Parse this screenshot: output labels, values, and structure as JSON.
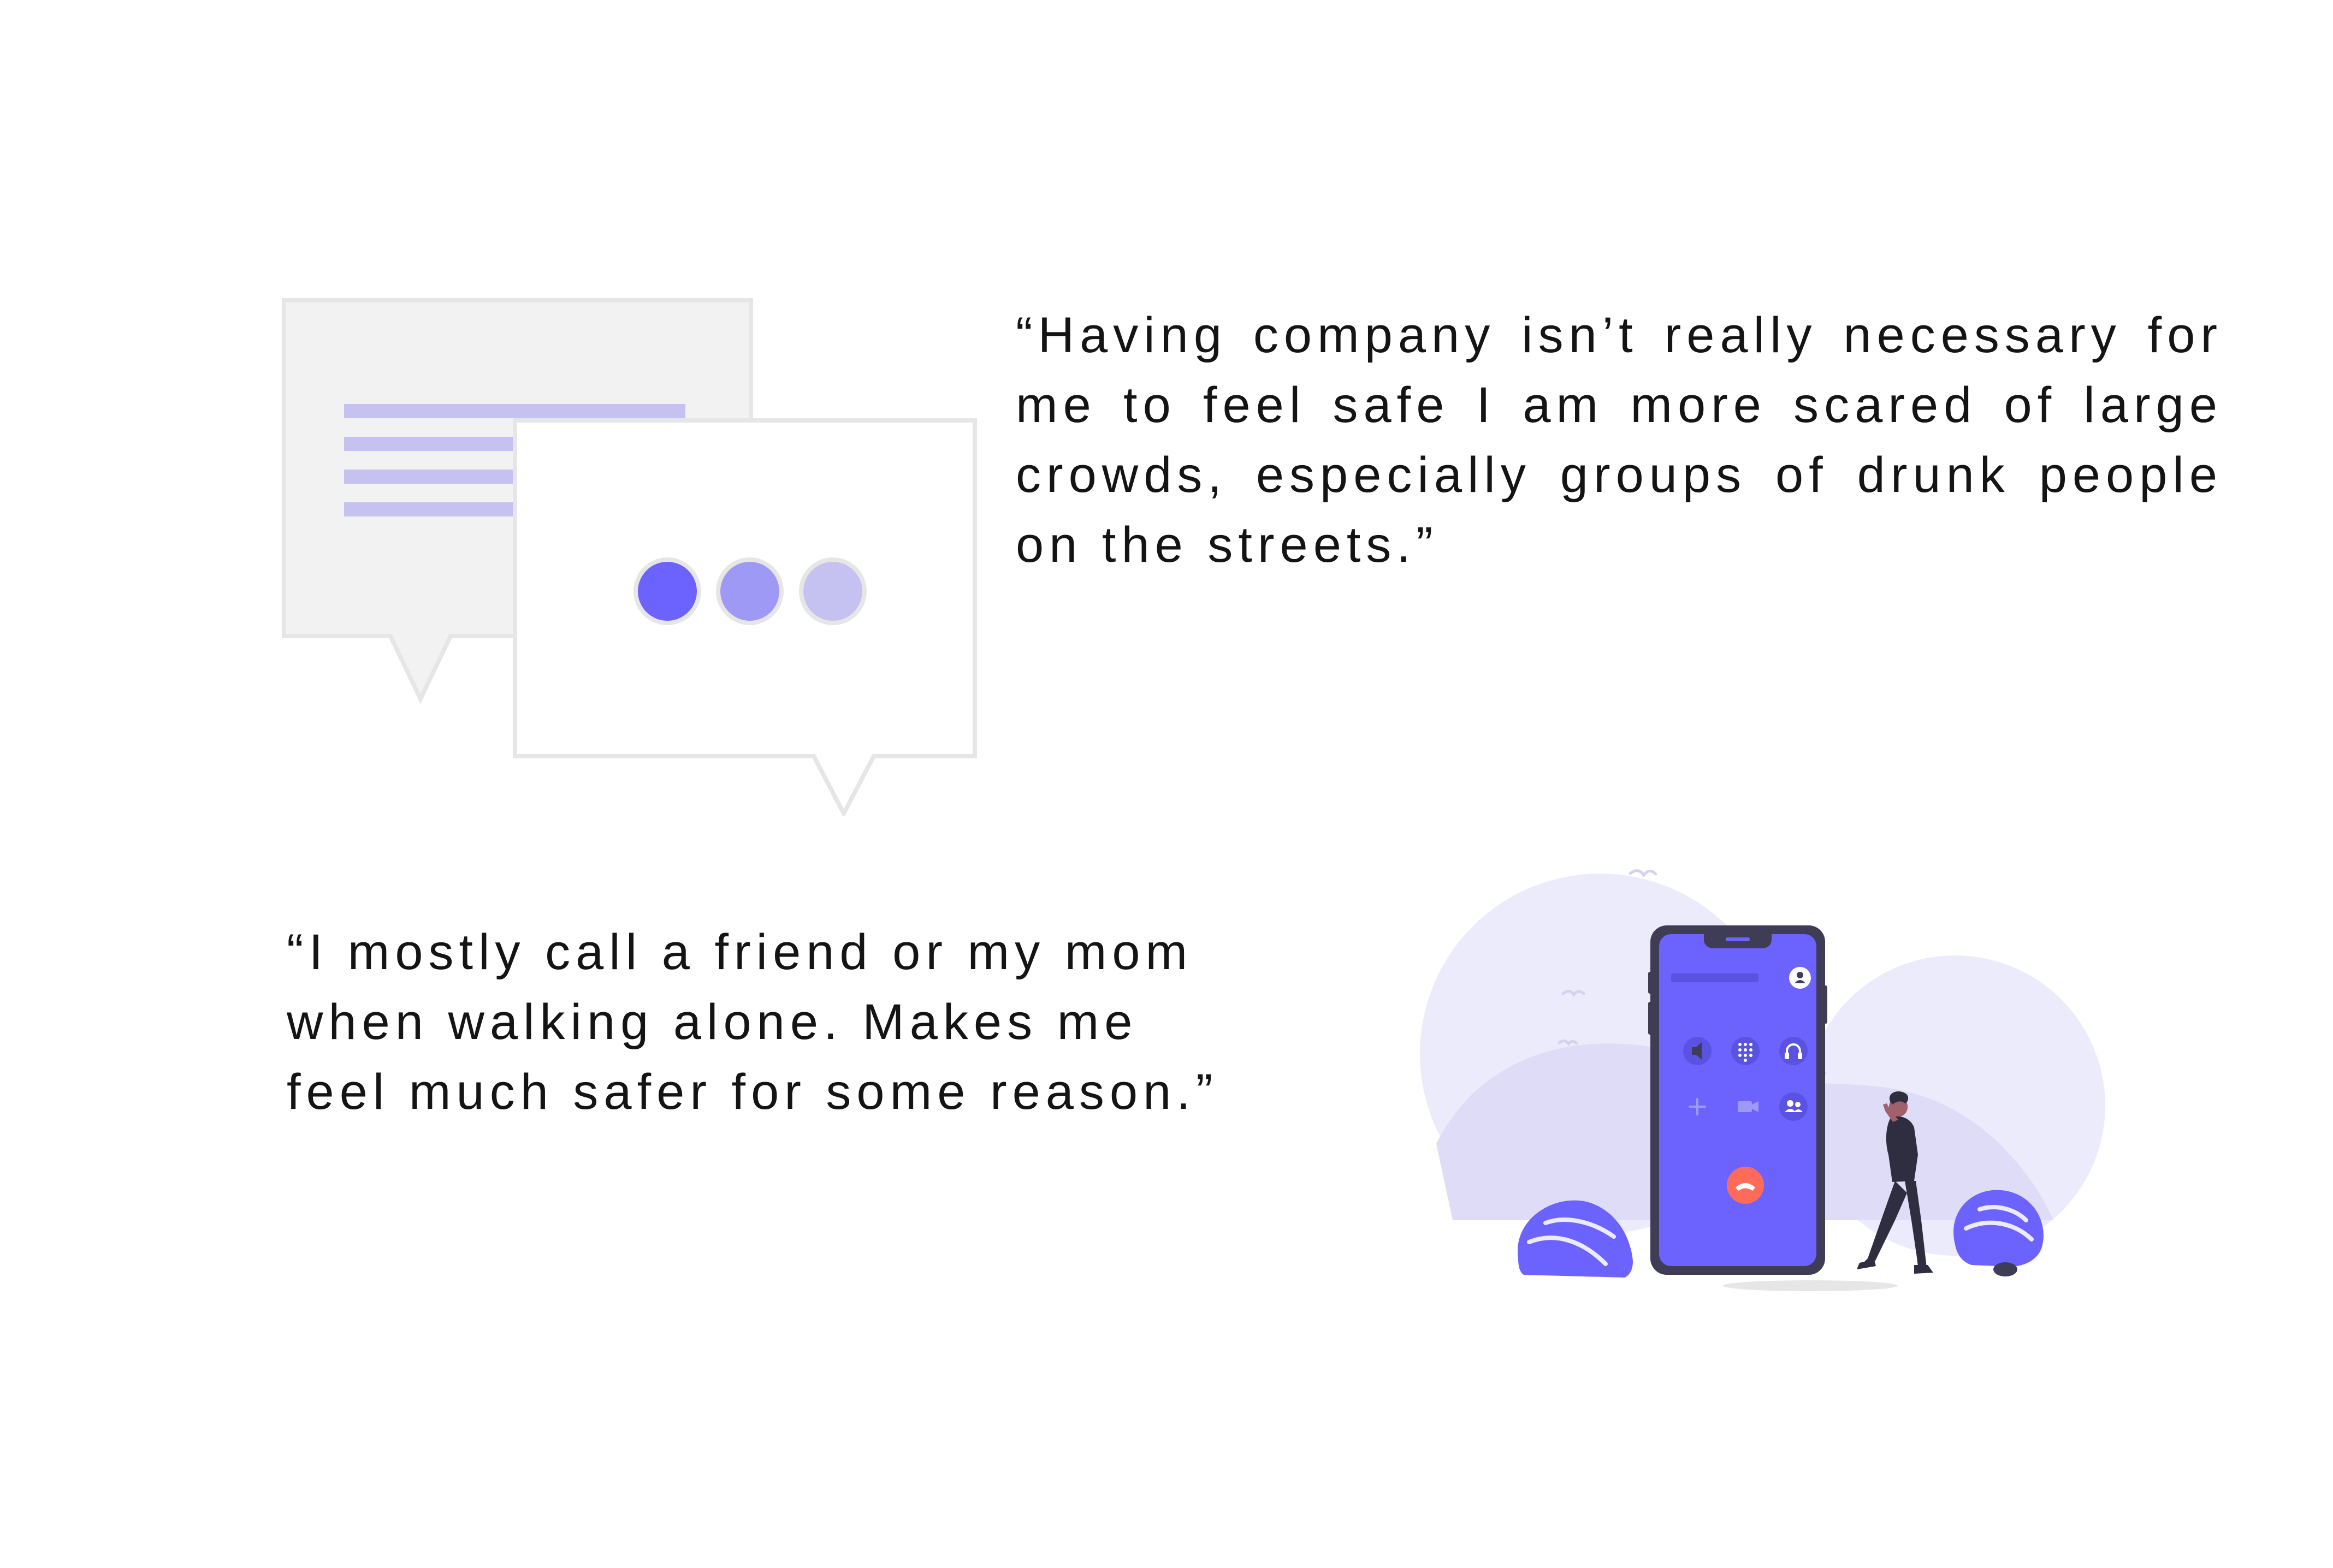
{
  "quotes": [
    {
      "text": "“Having company isn’t really necessary for me to feel safe I am more scared of large crowds, especially groups of drunk people on the streets.”"
    },
    {
      "line1": "“I mostly call a friend or my mom",
      "line2": "when walking alone. Makes me",
      "line3": "feel much safer for some reason.”"
    }
  ],
  "colors": {
    "accent": "#6c63ff",
    "accent_mid": "#9e99f5",
    "accent_light": "#c5c2f2",
    "bubble_back": "#f2f2f2",
    "bubble_border": "#e6e6e6",
    "bg_circle": "#ecebfb",
    "text": "#141414",
    "phone_frame": "#3f3d56",
    "hangup": "#ff6b5b"
  },
  "icons": [
    "chat-bubble-icon",
    "typing-dots-icon",
    "phone-icon",
    "speaker-icon",
    "keypad-icon",
    "headphones-icon",
    "add-call-icon",
    "video-icon",
    "contacts-icon",
    "hang-up-icon",
    "person-icon",
    "bird-icon",
    "bush-icon"
  ]
}
